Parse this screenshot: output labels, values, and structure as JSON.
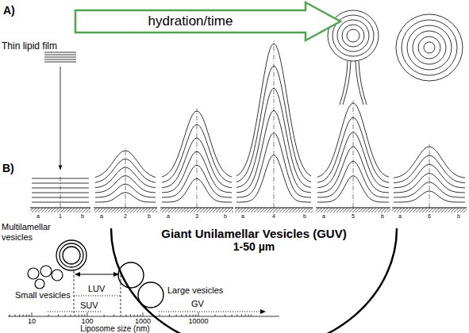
{
  "diagram": {
    "nodes": [
      {
        "text": [
          "hydration/time"
        ]
      },
      {
        "text": [
          "Giant Unilamellar Vesicles (GUV)",
          "1-50 µm"
        ]
      },
      {
        "text": [
          "Multilamellar vesicles"
        ]
      }
    ],
    "labels": [
      "A)",
      "Thin lipid film",
      "a",
      "1",
      "b",
      "a",
      "2",
      "b",
      "a",
      "3",
      "b",
      "a",
      "4",
      "b",
      "a",
      "5",
      "b",
      "a",
      "6",
      "b",
      "B)",
      "Small vesicles",
      "LUV",
      "Large vesicles",
      "SUV",
      "GV",
      "10",
      "100",
      "1000",
      "10000",
      "Liposome size (nm)"
    ]
  }
}
